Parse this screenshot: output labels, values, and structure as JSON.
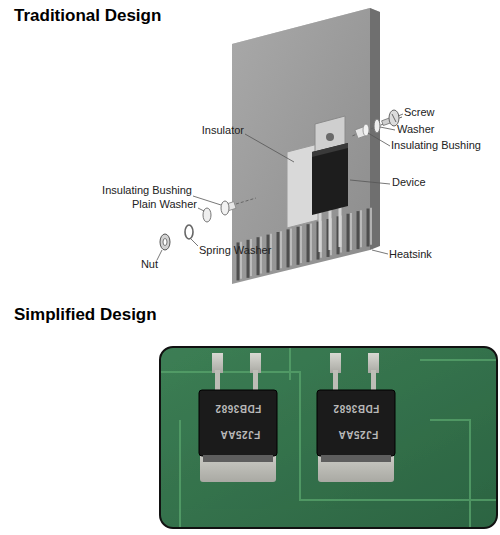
{
  "diagram": {
    "labels": [
      "Traditional Design",
      "Insulator",
      "Screw",
      "Washer",
      "Insulating Bushing",
      "Device",
      "Insulating Bushing",
      "Plain Washer",
      "Spring Washer",
      "Nut",
      "Heatsink",
      "Simplified Design",
      "FDB3682",
      "FJ25AA",
      "FDB3682",
      "FJ25AA"
    ]
  }
}
